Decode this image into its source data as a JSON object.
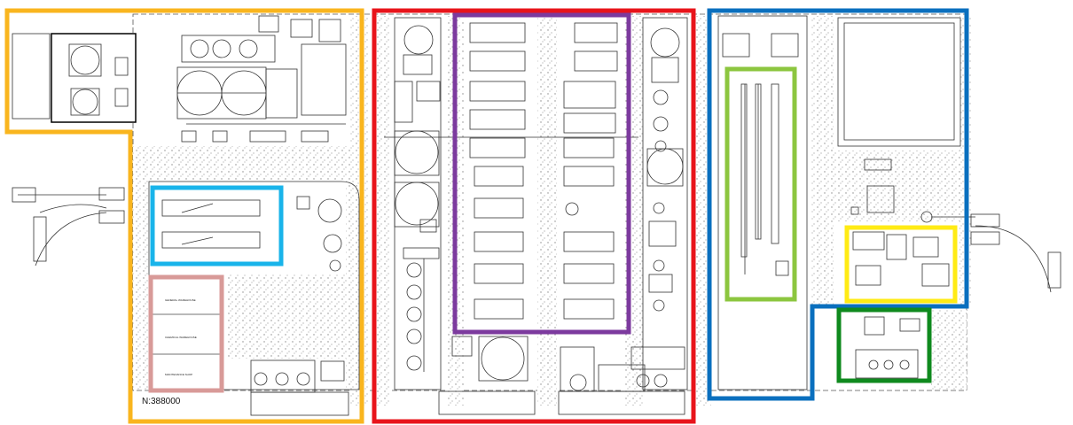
{
  "plan": {
    "coordinate_label": "N:388000",
    "pink_zone_labels": [
      "GENERAL WAREHOUSE",
      "CHEMICAL WAREHOUSE",
      "MAINTENANCE SHOP"
    ],
    "zone_outline_colors": {
      "orange": "#F9B51E",
      "red": "#E8141B",
      "purple": "#7C3A9E",
      "blue": "#0A6FBE",
      "cyan": "#19B4EA",
      "pink": "#D89A98",
      "light_green": "#8CC63F",
      "yellow": "#FFEB14",
      "dark_green": "#0F8A1E"
    }
  }
}
